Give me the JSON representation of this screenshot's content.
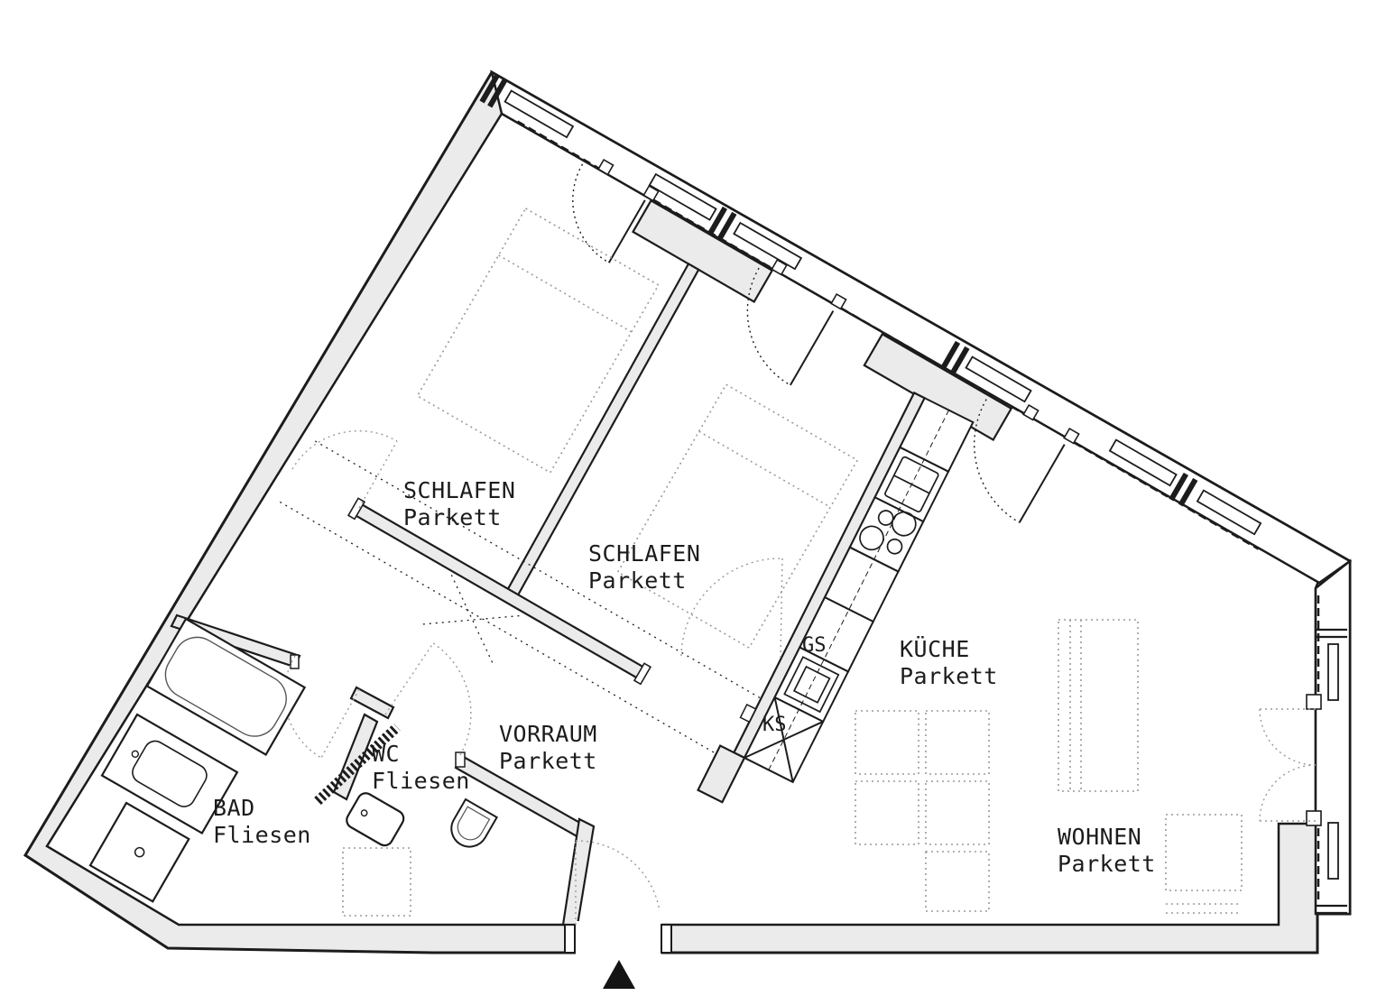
{
  "plan": {
    "rooms": [
      {
        "name": "SCHLAFEN",
        "floor": "Parkett"
      },
      {
        "name": "SCHLAFEN",
        "floor": "Parkett"
      },
      {
        "name": "KÜCHE",
        "floor": "Parkett"
      },
      {
        "name": "VORRAUM",
        "floor": "Parkett"
      },
      {
        "name": "WC",
        "floor": "Fliesen"
      },
      {
        "name": "BAD",
        "floor": "Fliesen"
      },
      {
        "name": "WOHNEN",
        "floor": "Parkett"
      }
    ],
    "kitchen": {
      "dishwasher_label": "GS",
      "fridge_label": "KS"
    },
    "colors": {
      "wall_fill": "#ebebeb",
      "line": "#1c1c1c",
      "background": "#ffffff",
      "entrance_marker": "#141414"
    }
  }
}
